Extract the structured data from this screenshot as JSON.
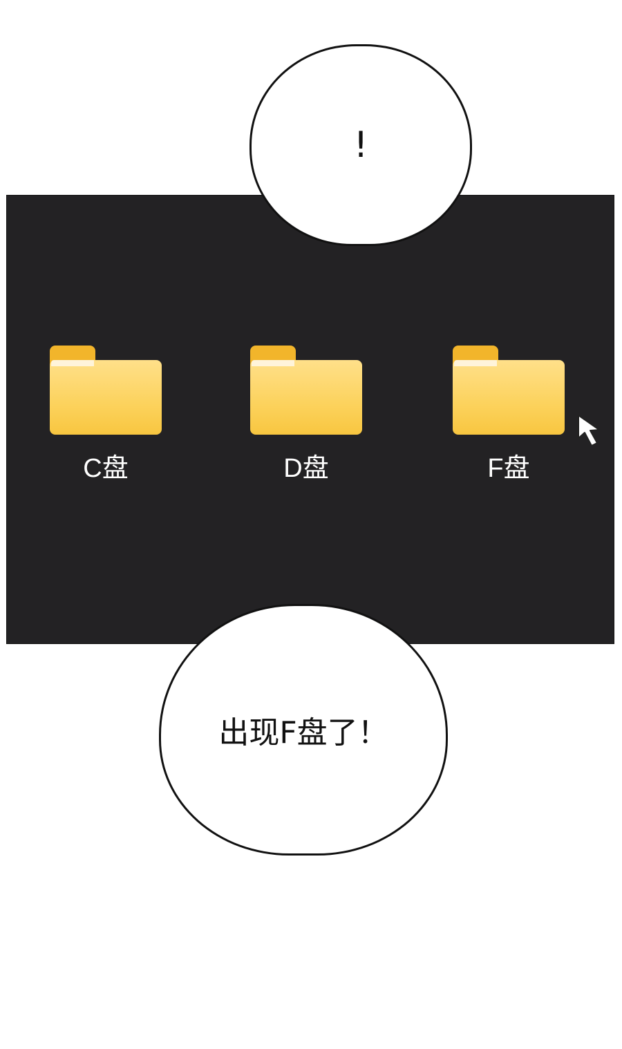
{
  "bubbles": {
    "top": {
      "text": "!"
    },
    "bottom": {
      "text": "出现F盘了！"
    }
  },
  "panel": {
    "background": "#232224",
    "drives": [
      {
        "label": "C盘",
        "icon": "folder-icon"
      },
      {
        "label": "D盘",
        "icon": "folder-icon"
      },
      {
        "label": "F盘",
        "icon": "folder-icon"
      }
    ],
    "cursor": {
      "icon": "mouse-pointer-icon"
    }
  },
  "colors": {
    "folder": "#fcd25c",
    "folder_tab": "#f2b52b",
    "label": "#ffffff"
  }
}
